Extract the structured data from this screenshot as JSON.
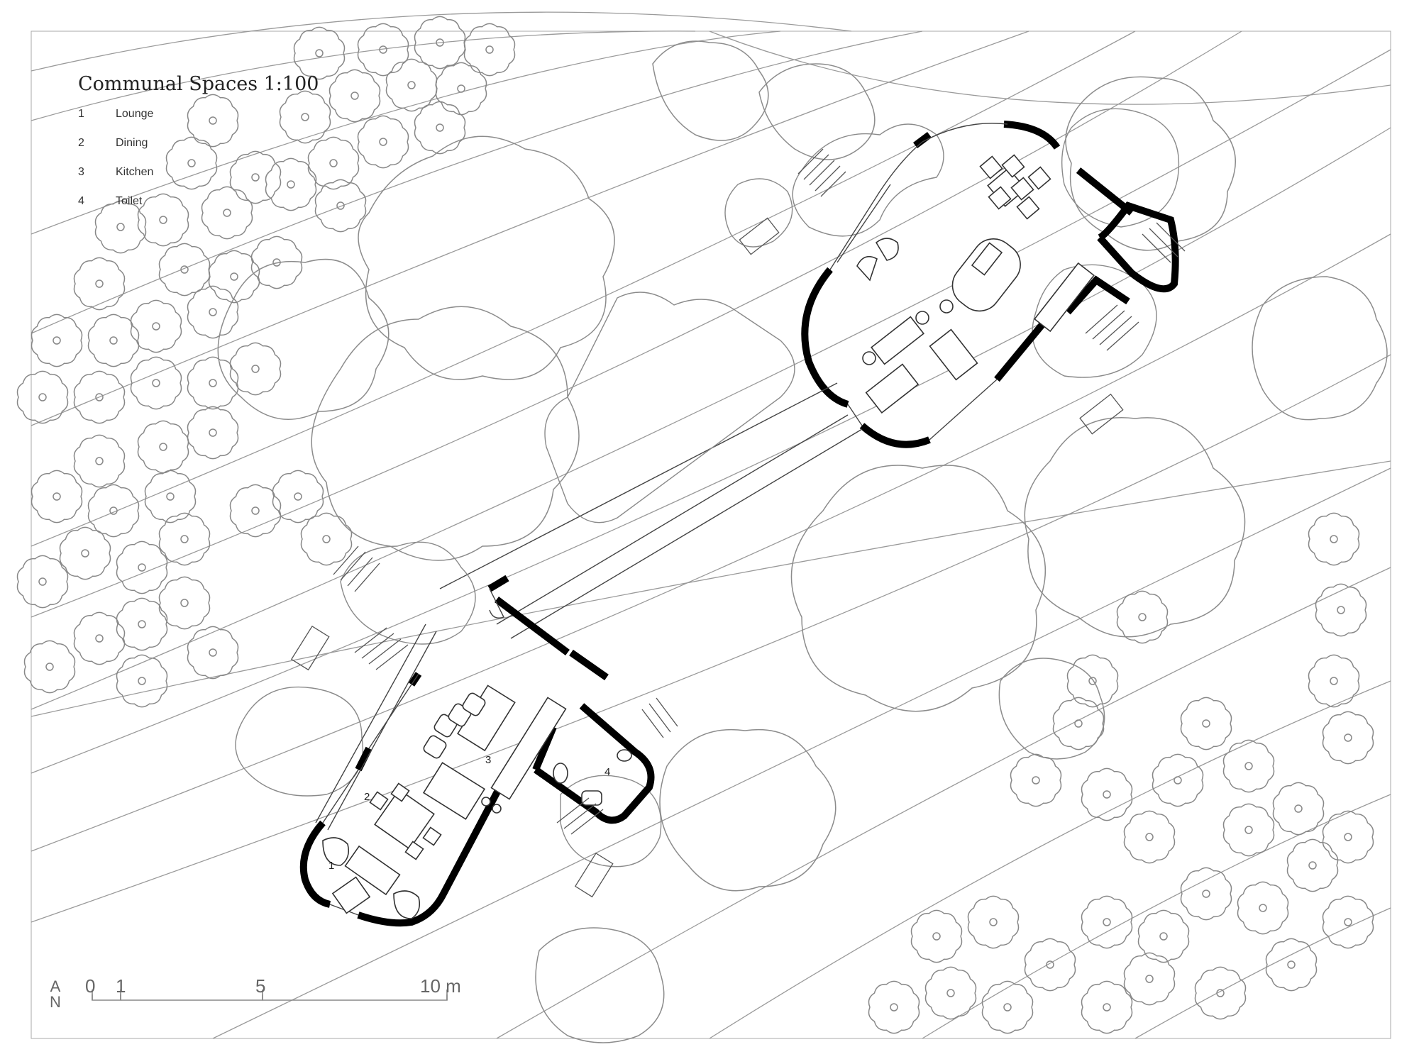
{
  "title": "Communal Spaces 1:100",
  "legend": [
    {
      "number": "1",
      "label": "Lounge"
    },
    {
      "number": "2",
      "label": "Dining"
    },
    {
      "number": "3",
      "label": "Kitchen"
    },
    {
      "number": "4",
      "label": "Toilet"
    }
  ],
  "room_labels": {
    "lounge": "1",
    "dining": "2",
    "kitchen": "3",
    "toilet": "4"
  },
  "scale_bar": {
    "tick_0": "0",
    "tick_1": "1",
    "tick_5": "5",
    "tick_10": "10 m"
  },
  "north_arrow": {
    "arrow": "A",
    "letter": "N"
  }
}
